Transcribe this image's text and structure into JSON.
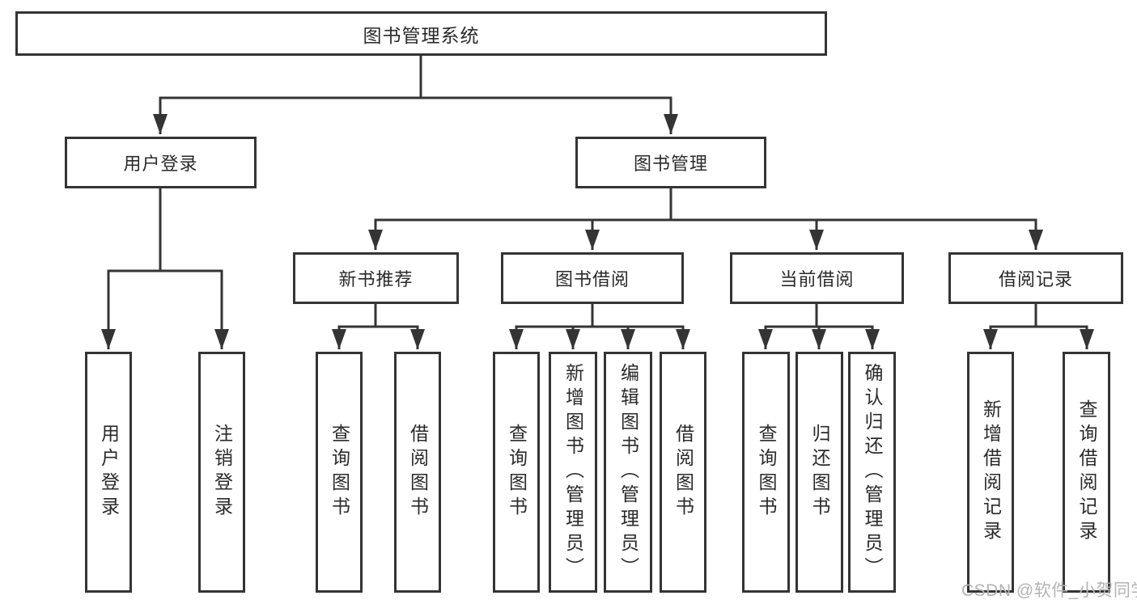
{
  "diagram": {
    "title": "图书管理系统",
    "nodes": {
      "root": {
        "label": "图书管理系统"
      },
      "user_login": {
        "label": "用户登录"
      },
      "book_mgmt": {
        "label": "图书管理"
      },
      "new_book_rec": {
        "label": "新书推荐"
      },
      "book_borrow": {
        "label": "图书借阅"
      },
      "current_borrow": {
        "label": "当前借阅"
      },
      "borrow_records": {
        "label": "借阅记录"
      },
      "leaf_user_login": {
        "label": "用户登录"
      },
      "leaf_logout": {
        "label": "注销登录"
      },
      "leaf_nb_query": {
        "label": "查询图书"
      },
      "leaf_nb_borrow": {
        "label": "借阅图书"
      },
      "leaf_bb_query": {
        "label": "查询图书"
      },
      "leaf_bb_add": {
        "label": "新增图书（管理员）"
      },
      "leaf_bb_edit": {
        "label": "编辑图书（管理员）"
      },
      "leaf_bb_borrow": {
        "label": "借阅图书"
      },
      "leaf_cb_query": {
        "label": "查询图书"
      },
      "leaf_cb_return": {
        "label": "归还图书"
      },
      "leaf_cb_confirm": {
        "label": "确认归还（管理员）"
      },
      "leaf_br_add": {
        "label": "新增借阅记录"
      },
      "leaf_br_query": {
        "label": "查询借阅记录"
      }
    },
    "structure": {
      "图书管理系统": {
        "用户登录": [
          "用户登录",
          "注销登录"
        ],
        "图书管理": {
          "新书推荐": [
            "查询图书",
            "借阅图书"
          ],
          "图书借阅": [
            "查询图书",
            "新增图书（管理员）",
            "编辑图书（管理员）",
            "借阅图书"
          ],
          "当前借阅": [
            "查询图书",
            "归还图书",
            "确认归还（管理员）"
          ],
          "借阅记录": [
            "新增借阅记录",
            "查询借阅记录"
          ]
        }
      }
    },
    "colors": {
      "line": "#343434",
      "text": "#2a2a2a",
      "background": "#ffffff",
      "watermark": "#b3b3b3"
    }
  },
  "watermark": {
    "text": "CSDN @软件_小贺同学"
  }
}
